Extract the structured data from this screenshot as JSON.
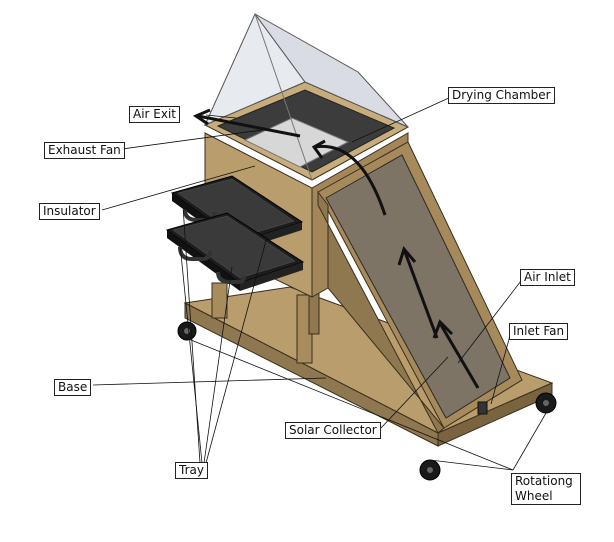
{
  "labels": {
    "air_exit": "Air Exit",
    "drying_chamber": "Drying Chamber",
    "exhaust_fan": "Exhaust Fan",
    "insulator": "Insulator",
    "air_inlet": "Air Inlet",
    "inlet_fan": "Inlet Fan",
    "base": "Base",
    "solar_collector": "Solar Collector",
    "tray": "Tray",
    "rotating_wheel": "Rotationg Wheel"
  },
  "colors": {
    "wood": "#b99d6c",
    "wood_dark": "#8f774f",
    "collector_glass": "#7d7466",
    "glass_roof": "#d8dde3",
    "tray_black": "#1d1d1d",
    "arrow": "#111111"
  }
}
